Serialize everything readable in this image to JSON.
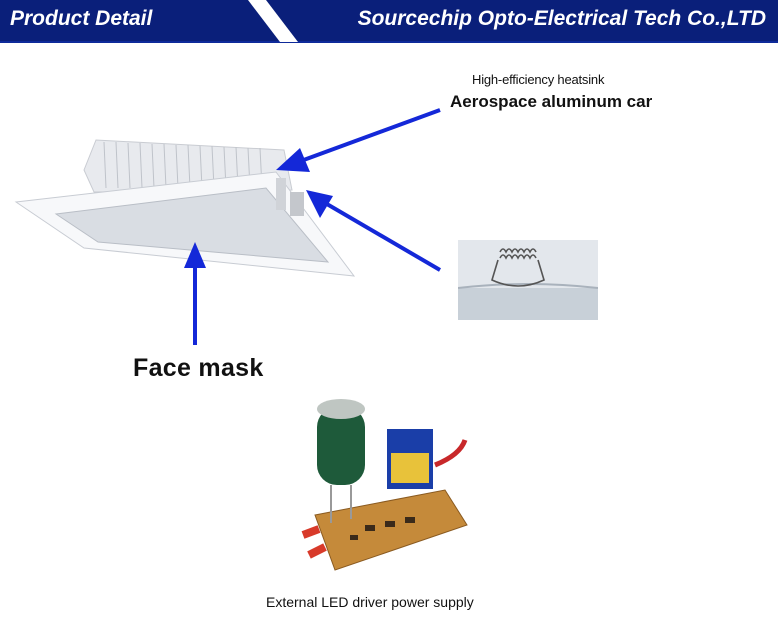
{
  "banner": {
    "left_title": "Product Detail",
    "right_title": "Sourcechip Opto-Electrical Tech Co.,LTD",
    "bg_color": "#0a1f7a"
  },
  "annotations": {
    "heatsink_title": "High-efficiency heatsink",
    "heatsink_material": "Aerospace aluminum car",
    "face_mask": "Face mask",
    "driver": "External LED driver power supply"
  },
  "colors": {
    "arrow": "#1428d8"
  }
}
